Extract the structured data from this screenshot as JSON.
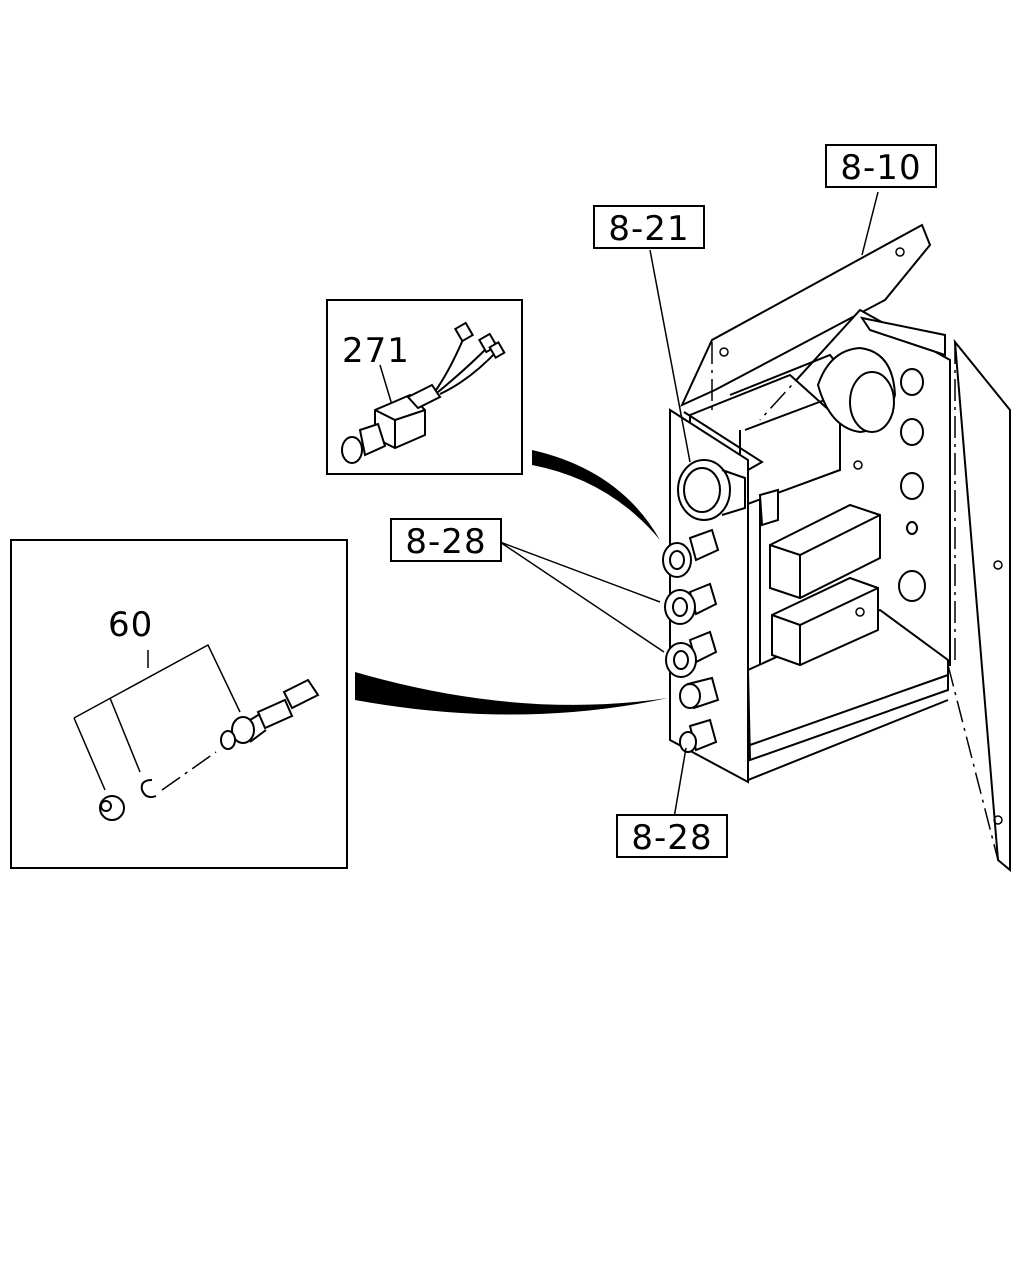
{
  "callouts": {
    "top_right": "8-10",
    "top_mid": "8-21",
    "mid_left": "8-28",
    "bottom": "8-28",
    "inset_upper": "271",
    "inset_lower": "60"
  }
}
